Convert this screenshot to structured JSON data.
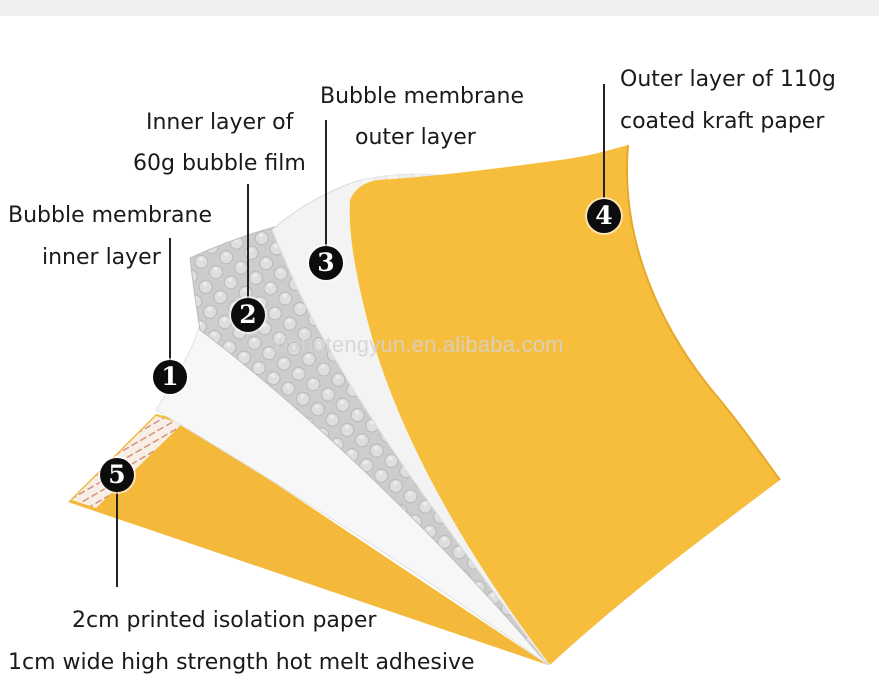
{
  "labels": {
    "layer1": {
      "line1": "Bubble membrane",
      "line2": "inner layer"
    },
    "layer2": {
      "line1": "Inner layer of",
      "line2": "60g bubble film"
    },
    "layer3": {
      "line1": "Bubble membrane",
      "line2": "outer layer"
    },
    "layer4": {
      "line1": "Outer layer of 110g",
      "line2": "coated kraft paper"
    },
    "layer5": {
      "line1": "2cm printed isolation paper",
      "line2": "1cm wide high strength hot melt adhesive"
    }
  },
  "badges": {
    "b1": "1",
    "b2": "2",
    "b3": "3",
    "b4": "4",
    "b5": "5"
  },
  "watermark": "xiangtengyun.en.alibaba.com",
  "colors": {
    "kraft": "#f6bd3c",
    "kraft_edge": "#e8a820",
    "bubble_film": "#cfcfcf",
    "white_membrane": "#f4f4f4",
    "badge": "#0c0c0c",
    "leader_line": "#222222"
  }
}
